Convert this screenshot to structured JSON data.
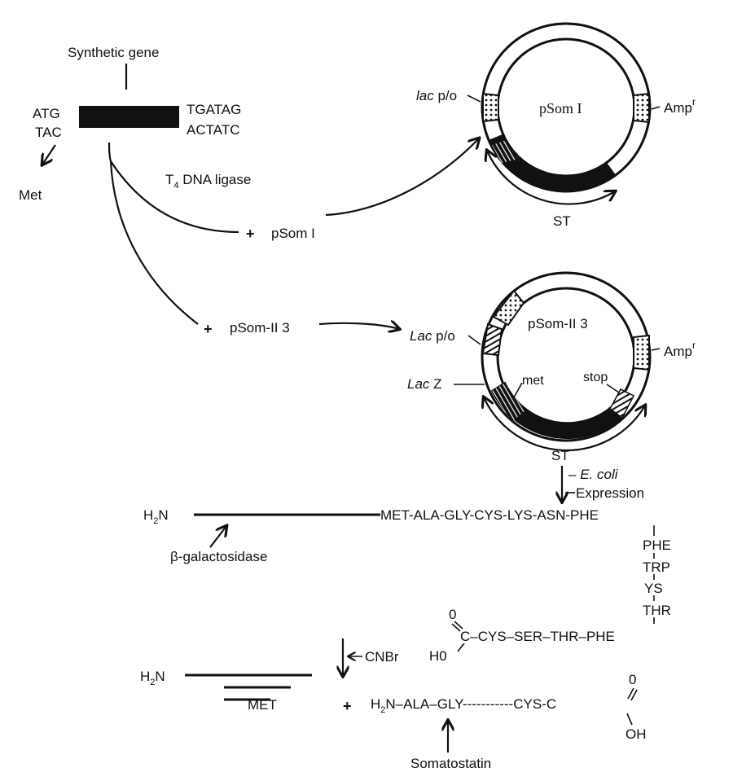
{
  "synthetic_gene": {
    "title": "Synthetic gene",
    "left_top": "ATG",
    "left_bottom": "TAC",
    "met_label": "Met",
    "right_top": "TGATAG",
    "right_bottom": "ACTATC",
    "ligase_T": "T",
    "ligase_sub": "4",
    "ligase_rest": " DNA ligase"
  },
  "branches": {
    "plus": "+",
    "psom1": "pSom I",
    "psom2": "pSom-II 3"
  },
  "plasmid1": {
    "name": "pSom I",
    "lac_italic": "lac",
    "lac_rest": " p/o",
    "amp": "Amp",
    "amp_sup": "r",
    "st": "ST"
  },
  "plasmid2": {
    "name": "pSom-II 3",
    "lac_italic": "Lac",
    "lac_rest": " p/o",
    "lacz_italic": "Lac",
    "lacz_rest": " Z",
    "amp": "Amp",
    "amp_sup": "r",
    "met": "met",
    "stop": "stop",
    "st": "ST"
  },
  "expression": {
    "ecoli": "E. coli",
    "expression": "Expression",
    "dash": "–"
  },
  "fusion_protein": {
    "h2n_H": "H",
    "h2n_sub": "2",
    "h2n_N": "N",
    "sequence": "MET-ALA-GLY-CYS-LYS-ASN-PHE",
    "beta_gal": "β-galactosidase",
    "vertical": [
      "PHE",
      "TRP",
      "YS",
      "THR"
    ],
    "bottom_chain": "C–CYS–SER–THR–PHE",
    "o_label": "0",
    "ho_label": "H0"
  },
  "cleavage": {
    "reagent": "CNBr",
    "h2n_H": "H",
    "h2n_sub": "2",
    "h2n_N": "N",
    "met": "MET",
    "plus": "+",
    "product_prefix_H": "H",
    "product_prefix_sub": "2",
    "product_chain": "N–ALA–GLY",
    "product_dashes": "-----------",
    "product_end": "CYS-C",
    "o_label": "0",
    "oh_label": "OH",
    "somatostatin": "Somatostatin"
  }
}
